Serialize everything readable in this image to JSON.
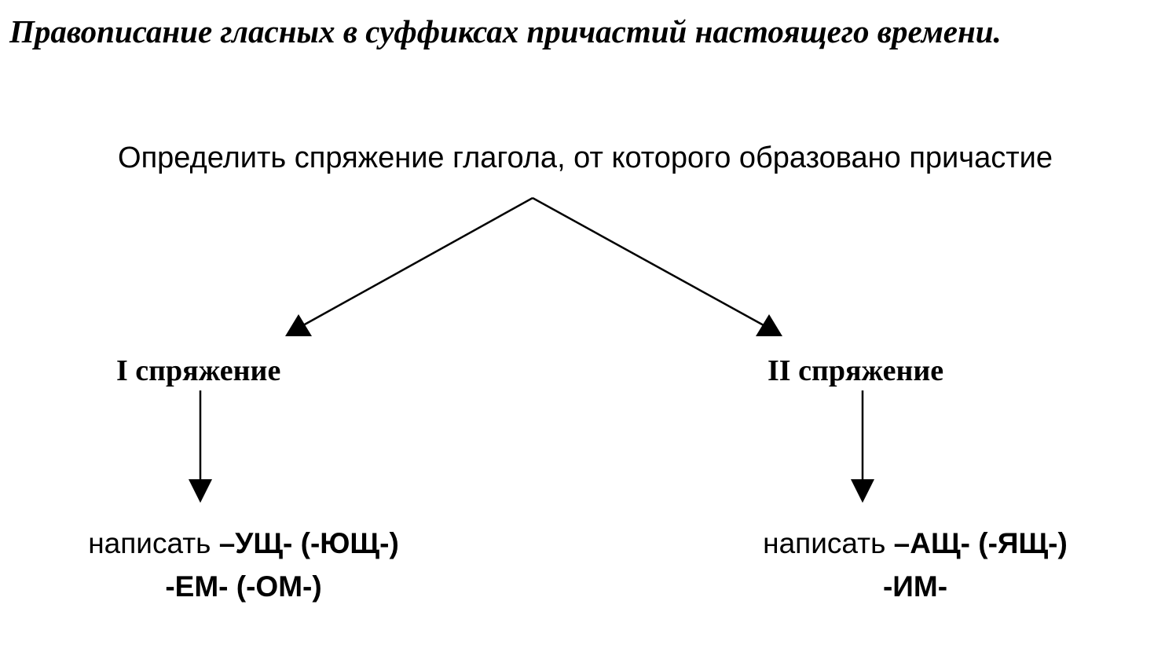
{
  "title": "Правописание гласных в суффиксах причастий настоящего времени.",
  "root": {
    "text": "Определить спряжение глагола, от которого образовано причастие"
  },
  "branches": [
    {
      "label": "I спряжение",
      "result_prefix": "написать ",
      "result_suffixes": "–УЩ- (-ЮЩ-)",
      "result_line2": "-ЕМ- (-ОМ-)"
    },
    {
      "label": "II спряжение",
      "result_prefix": "написать ",
      "result_suffixes": "–АЩ- (-ЯЩ-)",
      "result_line2": "-ИМ-"
    }
  ],
  "colors": {
    "ink": "#000000",
    "background": "#ffffff"
  }
}
